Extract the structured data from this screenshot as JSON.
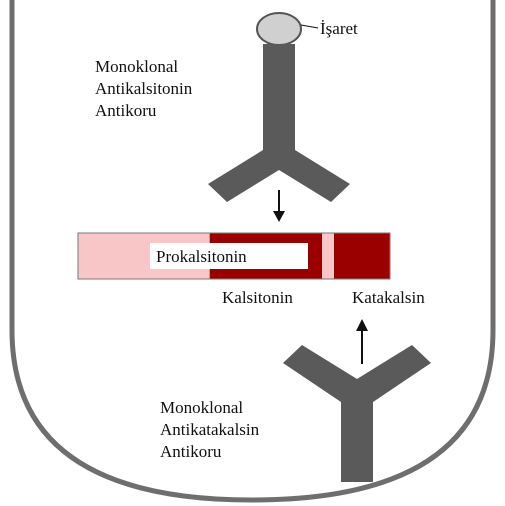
{
  "diagram": {
    "signal_label": "İşaret",
    "antibody_top": {
      "lines": [
        "Monoklonal",
        "Antikalsitonin",
        "Antikoru"
      ]
    },
    "antibody_bottom": {
      "lines": [
        "Monoklonal",
        "Antikatakalsin",
        "Antikoru"
      ]
    },
    "molecule": {
      "name": "Prokalsitonin",
      "segments": [
        "Kalsitonin",
        "Katakalsin"
      ]
    },
    "colors": {
      "tube": "#6e6e6e",
      "antibody": "#5a5a5a",
      "signal": "#d0d0d0",
      "procalcitonin_light": "#f8c6c6",
      "procalcitonin_dark": "#9b0000",
      "arrow": "#111111"
    }
  }
}
